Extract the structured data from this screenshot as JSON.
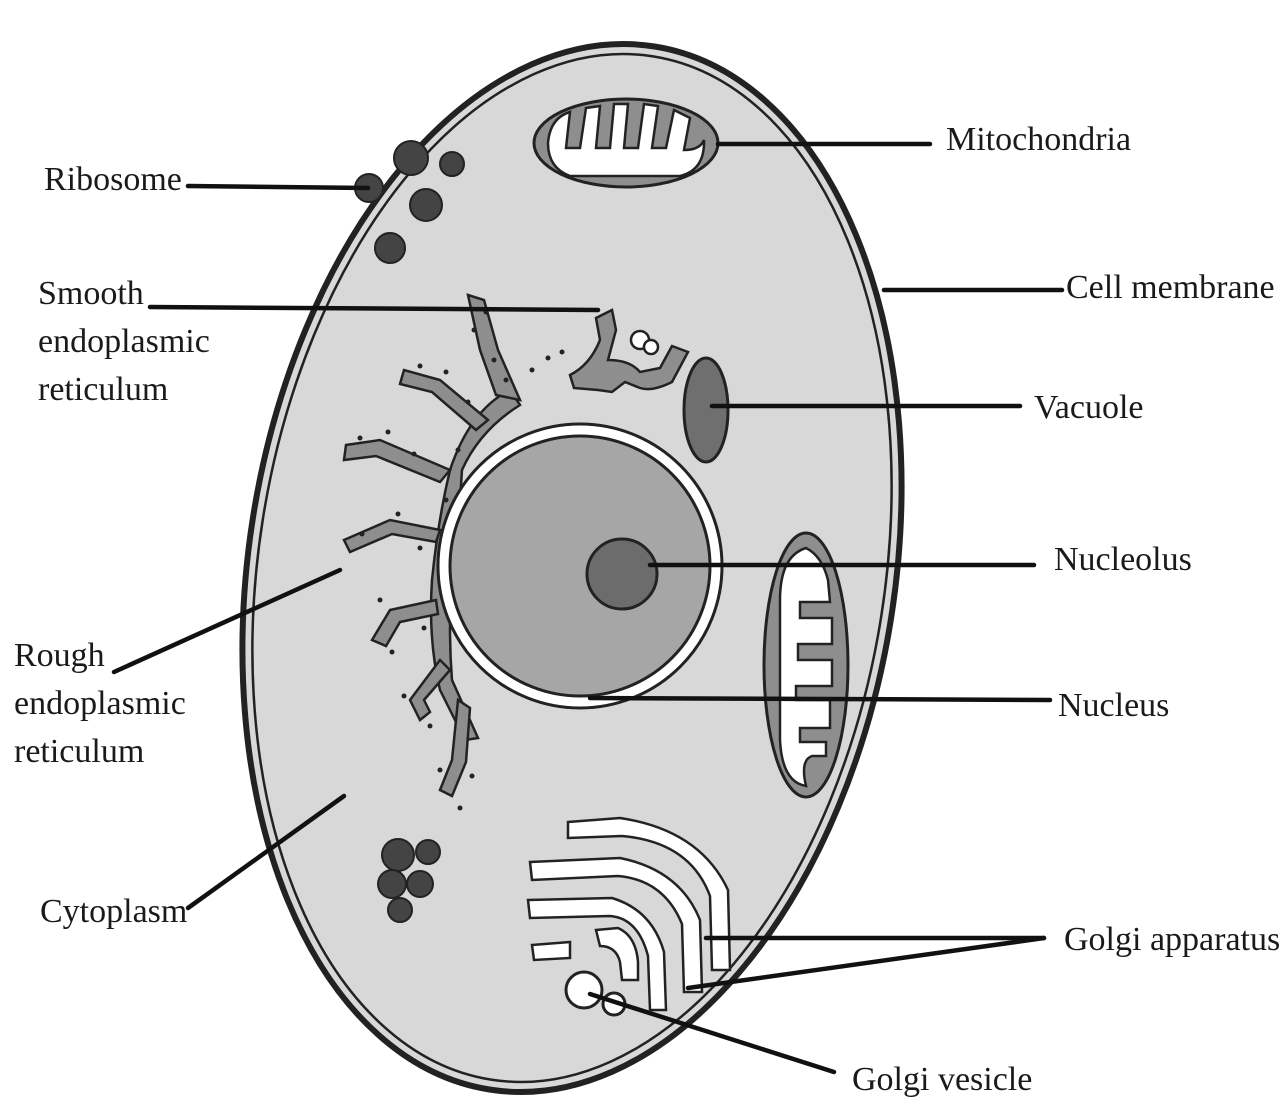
{
  "labels": {
    "mitochondria": "Mitochondria",
    "ribosome": "Ribosome",
    "smooth_er": [
      "Smooth",
      "endoplasmic",
      "reticulum"
    ],
    "cell_membrane": "Cell membrane",
    "vacuole": "Vacuole",
    "nucleolus": "Nucleolus",
    "rough_er": [
      "Rough",
      "endoplasmic",
      "reticulum"
    ],
    "nucleus": "Nucleus",
    "cytoplasm": "Cytoplasm",
    "golgi_apparatus": "Golgi apparatus",
    "golgi_vesicle": "Golgi vesicle"
  },
  "colors": {
    "cytoplasm": "#d8d8d8",
    "organelle_fill": "#8e8e8e",
    "nucleus": "#a6a6a6",
    "nucleolus": "#6c6c6c",
    "vacuole": "#6f6f6f",
    "ribosome": "#444444",
    "outline": "#222222"
  }
}
